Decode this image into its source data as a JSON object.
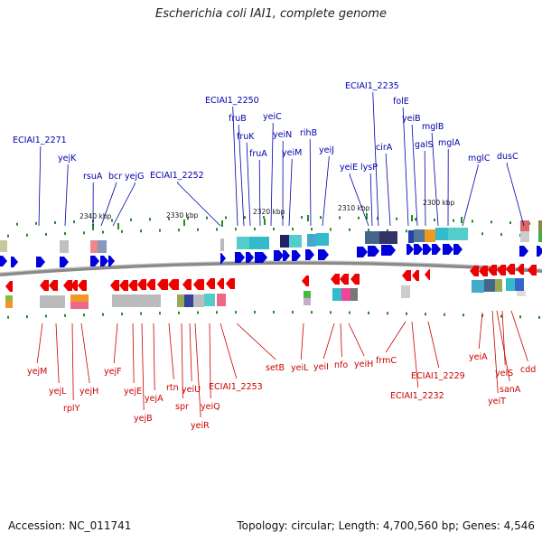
{
  "title": "Escherichia coli IAI1, complete genome",
  "accession": "Accession: NC_011741",
  "summary": "Topology: circular; Length: 4,700,560 bp; Genes: 4,546",
  "colors": {
    "forward": "#0000dd",
    "reverse": "#ee0000",
    "forward_label": "#0000aa",
    "reverse_label": "#cc0000",
    "backbone": "#888888",
    "tick": "#228b22"
  },
  "scale_labels": [
    "2340 kbp",
    "2330 kbp",
    "2320 kbp",
    "2310 kbp",
    "2300 kbp"
  ],
  "forward_gene_labels": [
    "ECIAI1_2271",
    "yejK",
    "rsuA",
    "bcr",
    "yejG",
    "ECIAI1_2252",
    "ECIAI1_2250",
    "fruB",
    "fruK",
    "fruA",
    "yeiC",
    "yeiN",
    "yeiM",
    "rihB",
    "yeiJ",
    "ECIAI1_2235",
    "yeiE",
    "lysP",
    "cirA",
    "folE",
    "yeiB",
    "galS",
    "mglB",
    "mglA",
    "mglC",
    "dusC"
  ],
  "reverse_gene_labels": [
    "yejM",
    "yejL",
    "rplY",
    "yejH",
    "yejF",
    "yejE",
    "yejB",
    "yejA",
    "rtn",
    "spr",
    "yeiU",
    "yeiR",
    "yeiQ",
    "ECIAI1_2253",
    "setB",
    "yeiL",
    "yeiI",
    "nfo",
    "yeiH",
    "frmC",
    "ECIAI1_2232",
    "ECIAI1_2229",
    "yeiA",
    "yeiT",
    "sanA",
    "yeiS",
    "cdd"
  ]
}
